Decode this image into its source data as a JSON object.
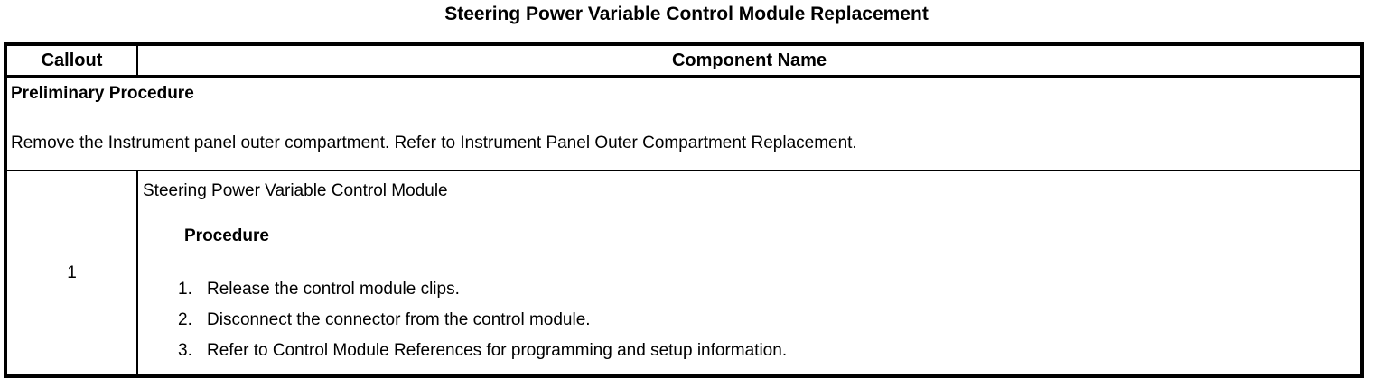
{
  "title": "Steering Power Variable Control Module Replacement",
  "colors": {
    "border": "#000000",
    "text": "#000000",
    "background": "#ffffff"
  },
  "table": {
    "header": {
      "callout": "Callout",
      "component": "Component Name"
    },
    "preliminary": {
      "heading": "Preliminary Procedure",
      "instruction": "Remove the Instrument panel outer compartment. Refer to Instrument Panel Outer Compartment Replacement."
    },
    "rows": [
      {
        "callout": "1",
        "component_name": "Steering Power Variable Control Module",
        "procedure_heading": "Procedure",
        "steps": [
          {
            "num": "1.",
            "text": "Release the control module clips."
          },
          {
            "num": "2.",
            "text": "Disconnect the connector from the control module."
          },
          {
            "num": "3.",
            "text": "Refer to Control Module References for programming and setup information."
          }
        ]
      }
    ]
  }
}
